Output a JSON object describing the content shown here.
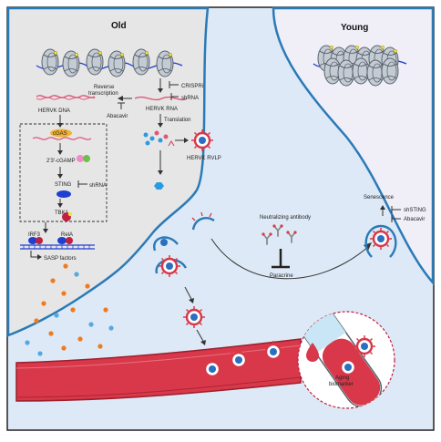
{
  "panels": {
    "old_title": "Old",
    "young_title": "Young"
  },
  "labels": {
    "crispri": "CRISPRi",
    "shrna_1": "shRNA",
    "herv_rna": "HERVK RNA",
    "translation": "Translation",
    "herv_rvlp": "HERVK RVLP",
    "reverse_transcription_line1": "Reverse",
    "reverse_transcription_line2": "transcription",
    "herv_dna": "HERVK DNA",
    "abacavir_1": "Abacavir",
    "cgas": "cGAS",
    "cgamp": "2'3'-cGAMP",
    "sting": "STING",
    "shrna_2": "shRNA",
    "tbk1": "TBK1",
    "irf3": "IRF3",
    "rela": "RelA",
    "sasp": "SASP factors",
    "neutralizing": "Neutralizing antibody",
    "paracrine": "Paracrine",
    "senescence": "Senescence",
    "shsting": "shSTING",
    "abacavir_2": "Abacavir",
    "aging_biomarker_line1": "Aging",
    "aging_biomarker_line2": "biomarker"
  },
  "colors": {
    "old_bg": "#e6e6e6",
    "young_bg": "#f0eef7",
    "tissue_bg": "#dde9f6",
    "membrane": "#2a7ab8",
    "rna": "#e0567a",
    "virus": "#d83848",
    "vessel": "#d9384a",
    "cgas": "#f2b233",
    "cgamp_pink": "#f08ac8",
    "cgamp_green": "#6cc04a",
    "sting": "#1f3fd1",
    "tbk1": "#c02040",
    "sasp_orange": "#f07a1e",
    "sasp_blue": "#55a9e0"
  }
}
